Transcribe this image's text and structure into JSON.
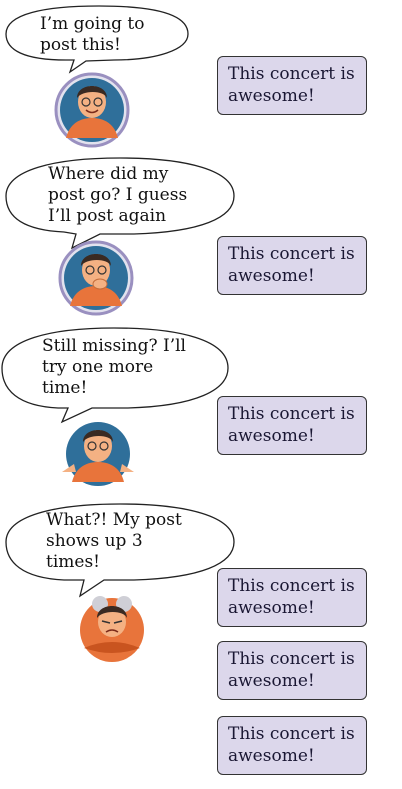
{
  "panels": [
    {
      "thought": "I’m going to post this!",
      "avatar": "person-pointing-icon"
    },
    {
      "thought": "Where did my post go? I guess I’ll post again",
      "avatar": "person-thinking-icon"
    },
    {
      "thought": "Still missing? I’ll try one more time!",
      "avatar": "person-shrugging-icon"
    },
    {
      "thought": "What?! My post shows up 3 times!",
      "avatar": "person-frustrated-icon"
    }
  ],
  "posts": [
    "This concert is awesome!",
    "This concert is awesome!",
    "This concert is awesome!",
    "This concert is awesome!",
    "This concert is awesome!",
    "This concert is awesome!"
  ],
  "colors": {
    "post_bg": "#dcd7eb",
    "avatar_ring": "#2f6f9a",
    "shirt": "#e8743b"
  }
}
